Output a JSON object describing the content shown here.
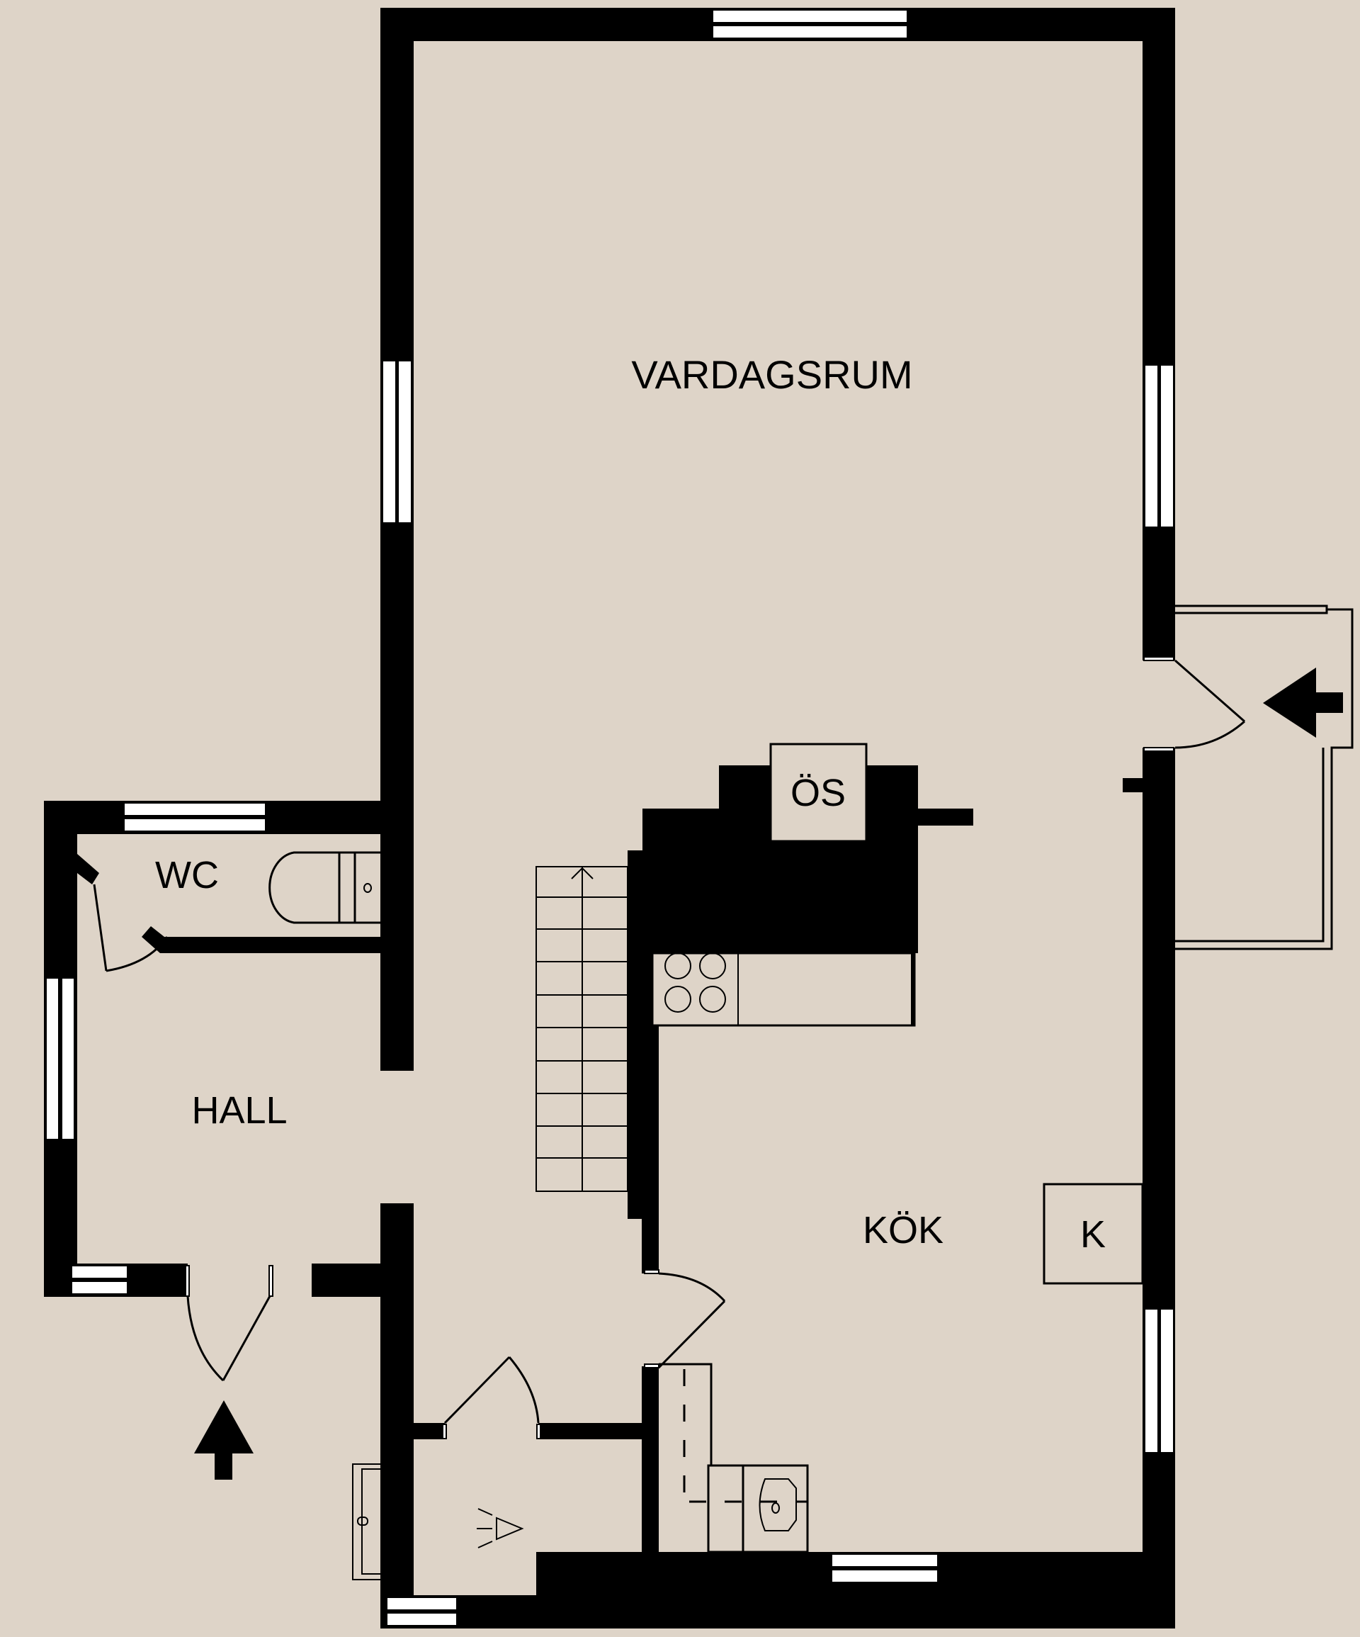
{
  "floorplan": {
    "background_color": "#ded4c8",
    "wall_color": "#000000",
    "window_color": "#ffffff",
    "rooms": [
      {
        "id": "vardagsrum",
        "label": "VARDAGSRUM"
      },
      {
        "id": "wc",
        "label": "WC"
      },
      {
        "id": "hall",
        "label": "HALL"
      },
      {
        "id": "kok",
        "label": "KÖK"
      }
    ],
    "fixtures": {
      "chimney_label": "ÖS",
      "fridge_label": "K"
    },
    "entrances": [
      {
        "id": "main-entrance",
        "direction": "up",
        "icon": "arrow-up-icon"
      },
      {
        "id": "side-entrance",
        "direction": "left",
        "icon": "arrow-left-icon"
      }
    ]
  }
}
